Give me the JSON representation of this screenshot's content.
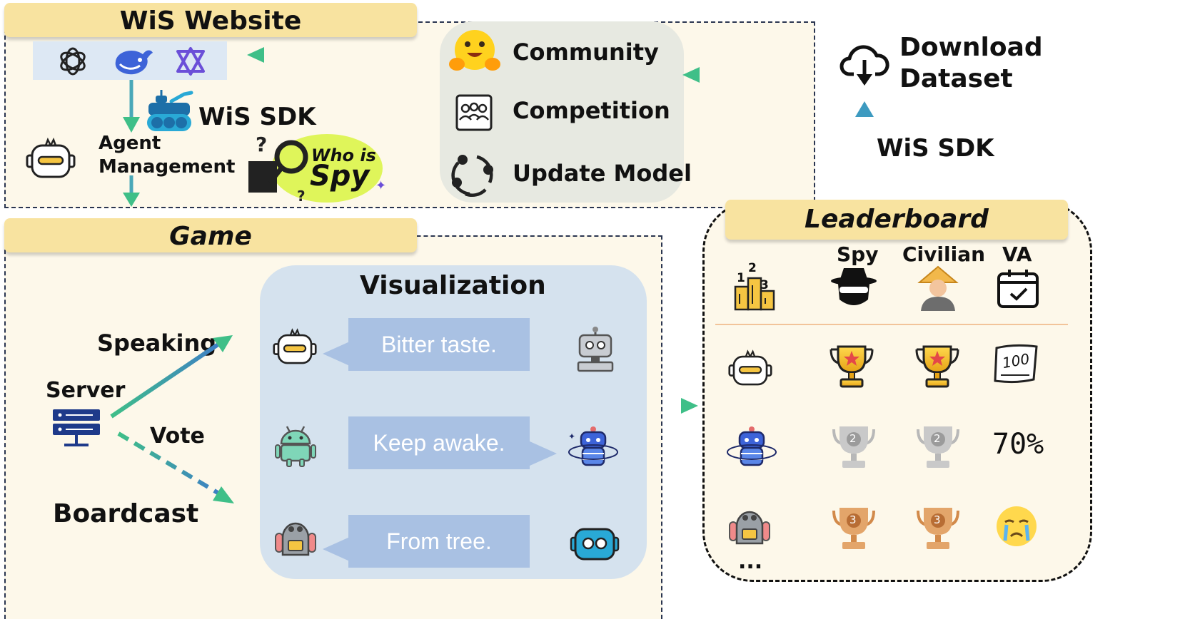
{
  "website": {
    "title": "WiS Website",
    "sdk_label": "WiS SDK",
    "agent_management": [
      "Agent",
      "Management"
    ],
    "logo": {
      "line1": "Who is",
      "line2": "Spy"
    }
  },
  "community": {
    "items": [
      {
        "label": "Community",
        "icon": "hugging-face-icon"
      },
      {
        "label": "Competition",
        "icon": "team-icon"
      },
      {
        "label": "Update Model",
        "icon": "cycle-icon"
      }
    ]
  },
  "download": {
    "label": [
      "Download",
      "Dataset"
    ],
    "icon": "cloud-download-icon"
  },
  "sdk_right": "WiS SDK",
  "game": {
    "title": "Game",
    "server": "Server",
    "speaking": "Speaking",
    "vote": "Vote",
    "broadcast": "Boardcast"
  },
  "visualization": {
    "title": "Visualization",
    "messages": [
      "Bitter taste.",
      "Keep awake.",
      "From tree."
    ]
  },
  "leaderboard": {
    "title": "Leaderboard",
    "columns": [
      "Spy",
      "Civilian",
      "VA"
    ],
    "podium": [
      "2",
      "1",
      "3"
    ],
    "rows": [
      {
        "spy": "1",
        "civilian": "1",
        "va": "100"
      },
      {
        "spy": "2",
        "civilian": "2",
        "va": "70%"
      },
      {
        "spy": "3",
        "civilian": "3",
        "va": "crying-emoji"
      }
    ],
    "more": "..."
  },
  "colors": {
    "panel_bg": "#fdf8ea",
    "banner": "#f8e3a0",
    "arrow_start": "#3d7dc7",
    "arrow_end": "#3fbf88",
    "bubble": "#a9c1e3",
    "dark_blue": "#1e3a8a",
    "cyan": "#29a9d6"
  }
}
